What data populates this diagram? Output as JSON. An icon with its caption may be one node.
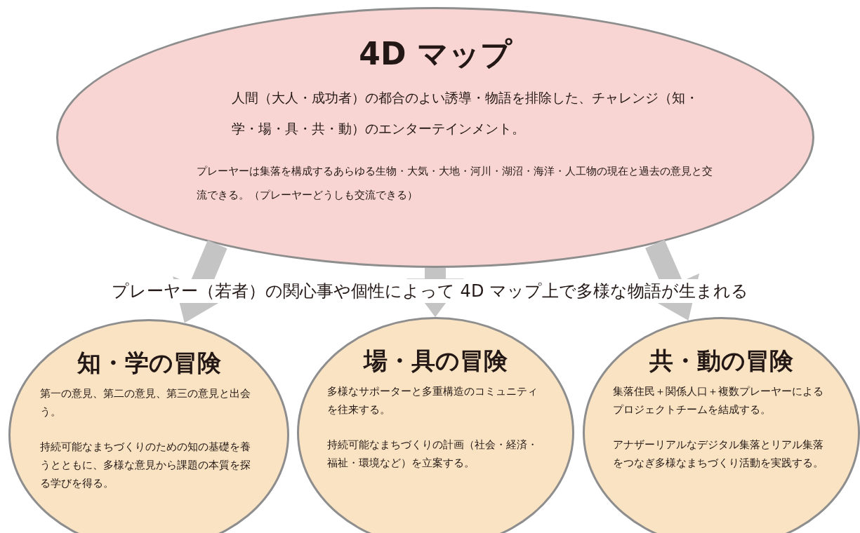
{
  "diagram": {
    "nodes": [
      {
        "text": [
          "4D マップ",
          "人間（大人・成功者）の都合のよい誘導・物語を排除した、チャレンジ（知・学・場・具・共・動）のエンターテインメント。",
          "プレーヤーは集落を構成するあらゆる生物・大気・大地・河川・湖沼・海洋・人工物の現在と過去の意見と交流できる。（プレーヤーどうしも交流できる）"
        ]
      },
      {
        "text": [
          "知・学の冒険",
          "第一の意見、第二の意見、第三の意見と出会う。",
          "持続可能なまちづくりのための知の基礎を養うとともに、多様な意見から課題の本質を探る学びを得る。"
        ]
      },
      {
        "text": [
          "場・具の冒険",
          "多様なサポーターと多重構造のコミュニティを往来する。",
          "持続可能なまちづくりの計画（社会・経済・福祉・環境など）を立案する。"
        ]
      },
      {
        "text": [
          "共・動の冒険",
          "集落住民＋関係人口＋複数プレーヤーによるプロジェクトチームを結成する。",
          "アナザーリアルなデジタル集落とリアル集落をつなぎ多様なまちづくり活動を実践する。"
        ]
      }
    ],
    "edges": [
      {
        "from": 0,
        "to": 1,
        "arrow": "to",
        "style": "thick",
        "color": "#c4c4c4"
      },
      {
        "from": 0,
        "to": 2,
        "arrow": "to",
        "style": "thick",
        "color": "#c4c4c4"
      },
      {
        "from": 0,
        "to": 3,
        "arrow": "to",
        "style": "thick",
        "color": "#c4c4c4"
      }
    ],
    "labels": [
      "プレーヤー（若者）の関心事や個性によって 4D マップ上で多様な物語が生まれる"
    ]
  }
}
